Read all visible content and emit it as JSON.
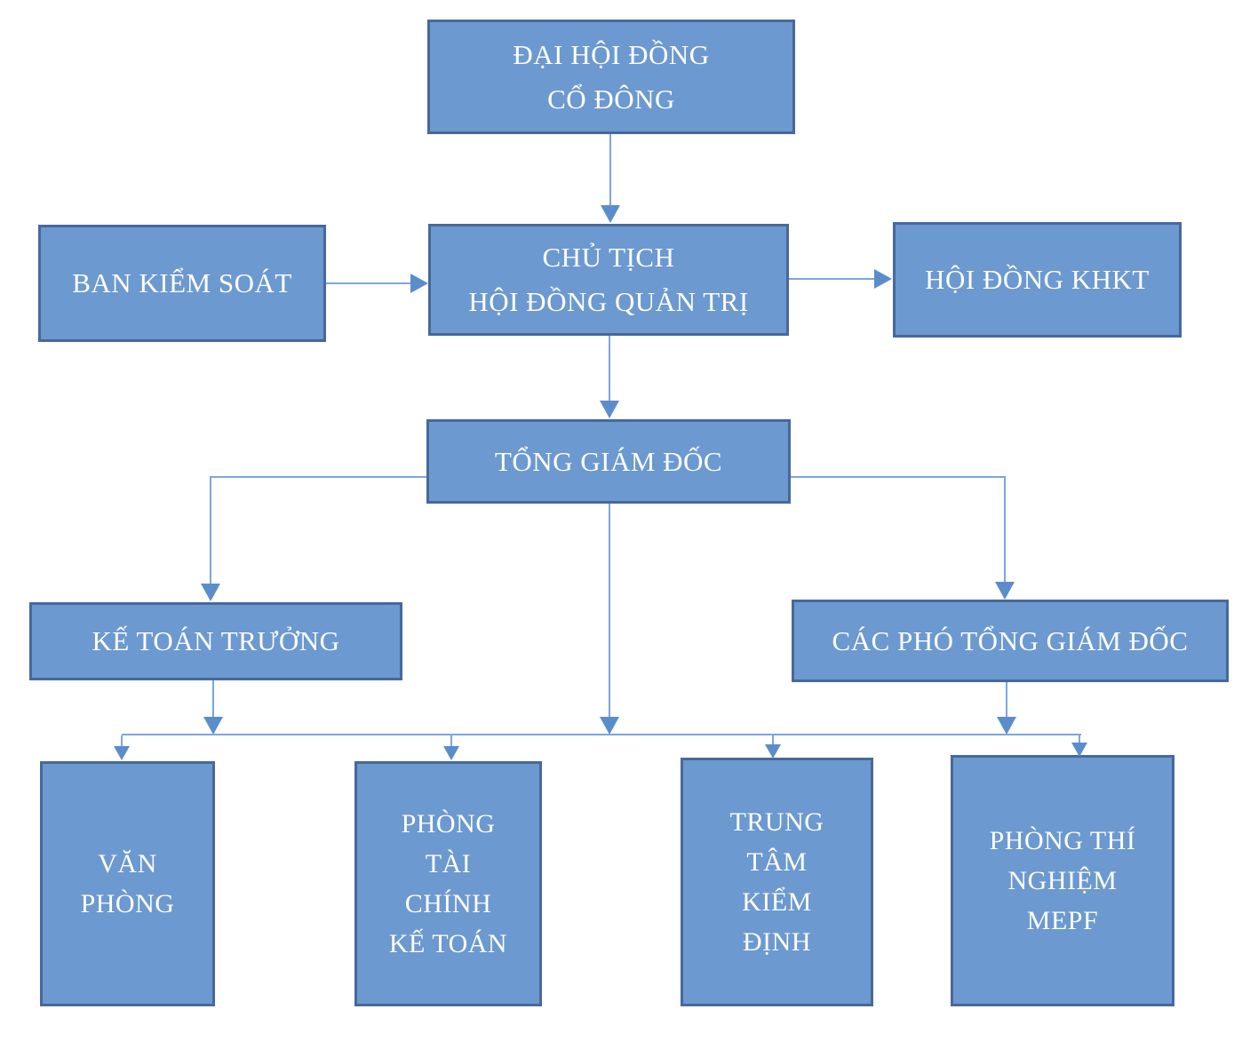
{
  "diagram": {
    "type": "org-chart",
    "language": "vi",
    "background": "#FFFFFF",
    "colors": {
      "box_fill": "#6C99CF",
      "box_border": "#47689B",
      "connector_line": "#7DA5DC",
      "arrowhead": "#5C8DCB",
      "text": "#FFFFFF"
    },
    "nodes": {
      "shareholders": {
        "label": "ĐẠI HỘI ĐỒNG\nCỔ ĐÔNG"
      },
      "supervisory_board": {
        "label": "BAN KIỂM SOÁT"
      },
      "chairman": {
        "label": "CHỦ TỊCH\nHỘI ĐỒNG QUẢN TRỊ"
      },
      "khkt_council": {
        "label": "HỘI ĐỒNG KHKT"
      },
      "ceo": {
        "label": "TỔNG GIÁM ĐỐC"
      },
      "chief_accountant": {
        "label": "KẾ TOÁN TRƯỞNG"
      },
      "deputy_ceos": {
        "label": "CÁC PHÓ TỔNG GIÁM ĐỐC"
      },
      "office": {
        "label": "VĂN\nPHÒNG"
      },
      "finance_dept": {
        "label": "PHÒNG\nTÀI\nCHÍNH\nKẾ TOÁN"
      },
      "inspection_center": {
        "label": "TRUNG\nTÂM\nKIỂM\nĐỊNH"
      },
      "mepf_lab": {
        "label": "PHÒNG THÍ\nNGHIỆM\nMEPF"
      }
    },
    "edges": [
      {
        "from": "shareholders",
        "to": "chairman",
        "style": "arrow"
      },
      {
        "from": "supervisory_board",
        "to": "chairman",
        "style": "arrow"
      },
      {
        "from": "chairman",
        "to": "khkt_council",
        "style": "arrow"
      },
      {
        "from": "chairman",
        "to": "ceo",
        "style": "arrow"
      },
      {
        "from": "ceo",
        "to": "chief_accountant",
        "style": "arrow"
      },
      {
        "from": "ceo",
        "to": "deputy_ceos",
        "style": "arrow"
      },
      {
        "from": "chief_accountant",
        "to": "departments-bus",
        "style": "arrow"
      },
      {
        "from": "ceo",
        "to": "departments-bus",
        "style": "arrow"
      },
      {
        "from": "deputy_ceos",
        "to": "departments-bus",
        "style": "arrow"
      },
      {
        "from": "departments-bus",
        "to": "office",
        "style": "arrow"
      },
      {
        "from": "departments-bus",
        "to": "finance_dept",
        "style": "arrow"
      },
      {
        "from": "departments-bus",
        "to": "inspection_center",
        "style": "arrow"
      },
      {
        "from": "departments-bus",
        "to": "mepf_lab",
        "style": "arrow"
      }
    ]
  }
}
